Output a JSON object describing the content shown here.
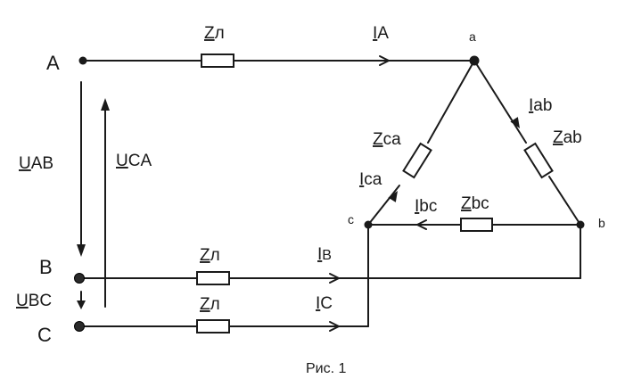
{
  "terminals": {
    "A": "A",
    "B": "B",
    "C": "C"
  },
  "nodes": {
    "a": "a",
    "b": "b",
    "c": "c"
  },
  "line_impedance": {
    "symbol": "Z",
    "sub": "л"
  },
  "currents": {
    "IA": {
      "symbol": "I",
      "sub": "A"
    },
    "IB": {
      "symbol": "I",
      "sub": "B"
    },
    "IC": {
      "symbol": "I",
      "sub": "C"
    },
    "Iab": {
      "symbol": "I",
      "sub": "ab"
    },
    "Ibc": {
      "symbol": "I",
      "sub": "bc"
    },
    "Ica": {
      "symbol": "I",
      "sub": "ca"
    }
  },
  "impedances": {
    "Zab": {
      "symbol": "Z",
      "sub": "ab"
    },
    "Zbc": {
      "symbol": "Z",
      "sub": "bc"
    },
    "Zca": {
      "symbol": "Z",
      "sub": "ca"
    }
  },
  "voltages": {
    "UAB": {
      "symbol": "U",
      "sub": "AB"
    },
    "UCA": {
      "symbol": "U",
      "sub": "CA"
    },
    "UBC": {
      "symbol": "U",
      "sub": "BC"
    }
  },
  "caption": "Рис. 1"
}
